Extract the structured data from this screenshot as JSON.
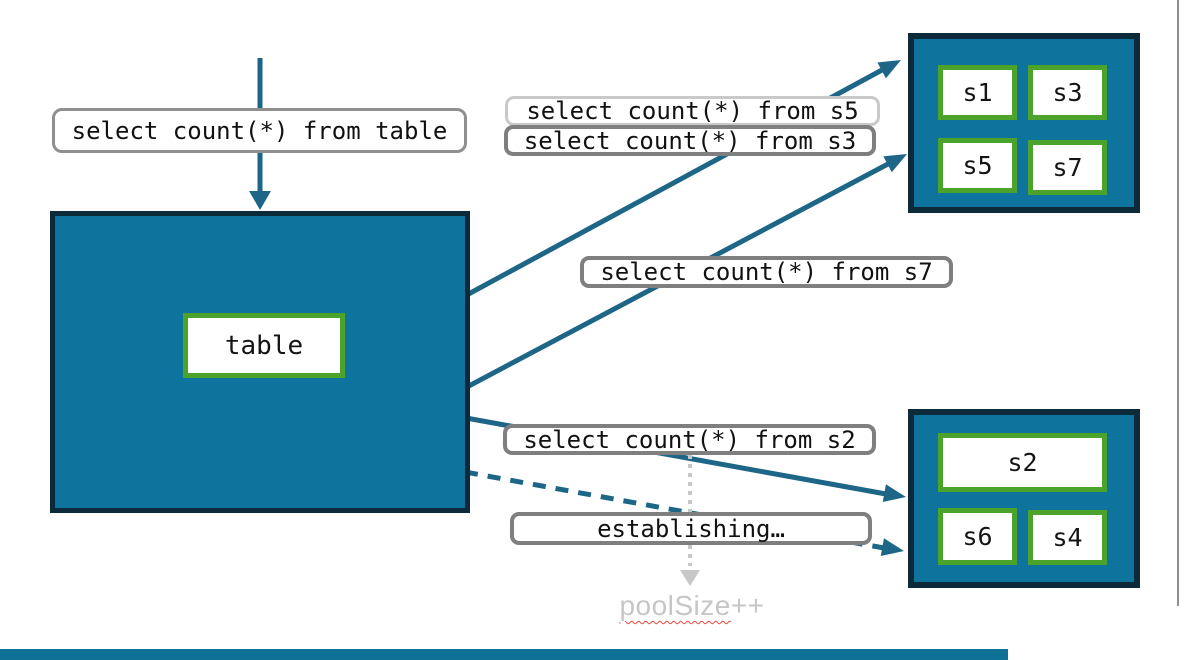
{
  "labels": {
    "query_table": "select count(*) from table",
    "query_s5": "select count(*) from s5",
    "query_s3": "select count(*) from s3",
    "query_s7": "select count(*) from s7",
    "query_s2": "select count(*) from s2",
    "establishing": "establishing…",
    "main_table": "table",
    "pool_word": "poolSize",
    "pool_suffix": "++"
  },
  "shard_groups": {
    "top": {
      "shards": [
        "s1",
        "s3",
        "s5",
        "s7"
      ]
    },
    "bottom": {
      "shards": [
        "s2",
        "s6",
        "s4"
      ]
    }
  },
  "colors": {
    "box_fill_teal": "#0E749E",
    "box_border_dark": "#0C2A3A",
    "shard_border_green": "#4CA32B",
    "arrow_teal": "#1E6687",
    "label_border_grey": "#7F7F7F",
    "label_border_light": "#C9C9C9",
    "muted_grey": "#C8C8C8",
    "squiggle_red": "#E8493C"
  }
}
